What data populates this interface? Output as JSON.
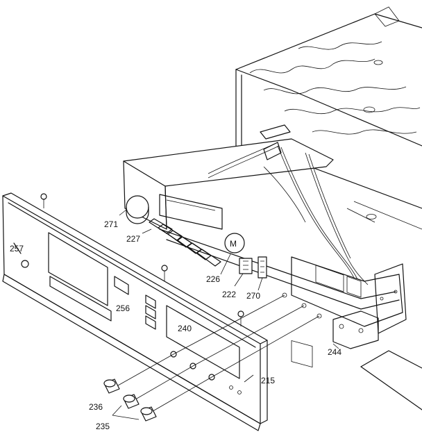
{
  "labels": {
    "l271": "271",
    "l227": "227",
    "l257": "257",
    "l226": "226",
    "l222": "222",
    "l270": "270",
    "l256": "256",
    "l240": "240",
    "l244": "244",
    "l215": "215",
    "l236": "236",
    "l235": "235"
  },
  "motor_mark": "M"
}
